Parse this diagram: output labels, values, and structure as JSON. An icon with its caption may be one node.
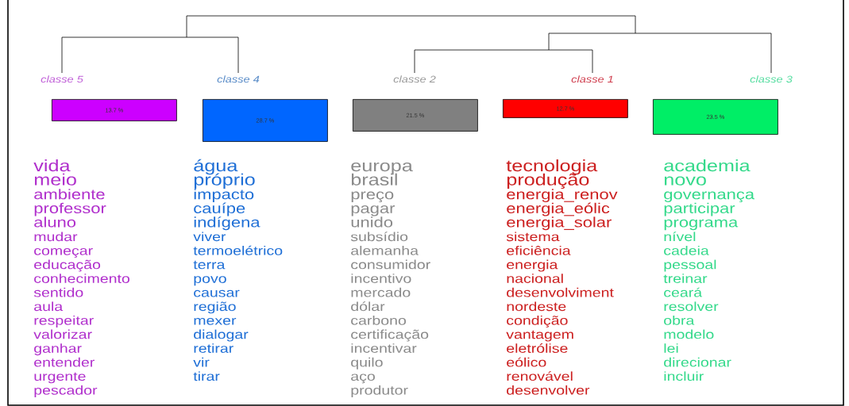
{
  "diagram": {
    "nodes": [
      {
        "text": [
          "13.7 %"
        ],
        "beside": [
          "classe 5",
          "vida",
          "meio",
          "ambiente",
          "professor",
          "aluno",
          "mudar",
          "começar",
          "educação",
          "conhecimento",
          "sentido",
          "aula",
          "respeitar",
          "valorizar",
          "ganhar",
          "entender",
          "urgente",
          "pescador"
        ]
      },
      {
        "text": [
          "28.7 %"
        ],
        "beside": [
          "classe 4",
          "água",
          "próprio",
          "impacto",
          "cauípe",
          "indígena",
          "viver",
          "termoelétrico",
          "terra",
          "povo",
          "causar",
          "região",
          "mexer",
          "dialogar",
          "retirar",
          "vir",
          "tirar"
        ]
      },
      {
        "text": [
          "21.5 %"
        ],
        "beside": [
          "classe 2",
          "europa",
          "brasil",
          "preço",
          "pagar",
          "unido",
          "subsídio",
          "alemanha",
          "consumidor",
          "incentivo",
          "mercado",
          "dólar",
          "carbono",
          "certificação",
          "incentivar",
          "quilo",
          "aço",
          "produtor"
        ]
      },
      {
        "text": [
          "12.7 %"
        ],
        "beside": [
          "classe 1",
          "tecnologia",
          "produção",
          "energia_renov",
          "energia_eólic",
          "energia_solar",
          "sistema",
          "eficiência",
          "energia",
          "nacional",
          "desenvolviment",
          "nordeste",
          "condição",
          "vantagem",
          "eletrólise",
          "eólico",
          "renovável",
          "desenvolver"
        ]
      },
      {
        "text": [
          "23.5 %"
        ],
        "beside": [
          "classe 3",
          "academia",
          "novo",
          "governança",
          "participar",
          "programa",
          "nível",
          "cadeia",
          "pessoal",
          "treinar",
          "ceará",
          "resolver",
          "obra",
          "modelo",
          "lei",
          "direcionar",
          "incluir"
        ]
      }
    ]
  }
}
